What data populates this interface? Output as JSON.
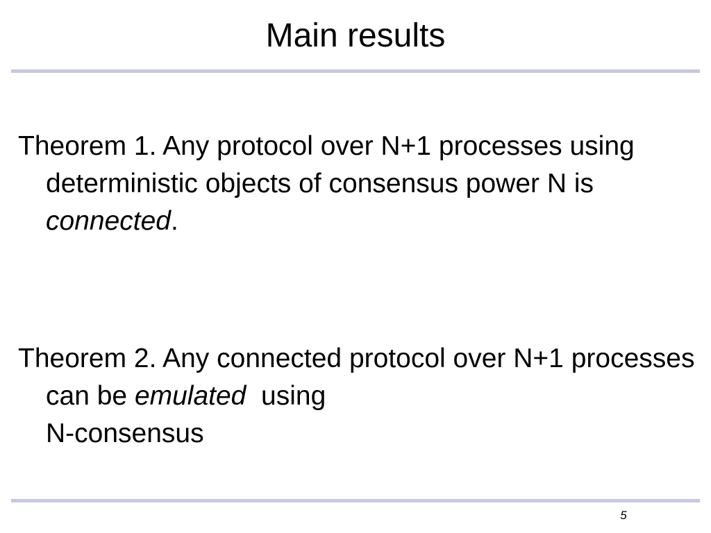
{
  "slide": {
    "title": "Main results",
    "page_number": "5"
  },
  "theorem1": {
    "lead": "Theorem 1. Any protocol over N+1 processes using deterministic objects of  consensus power N is ",
    "emphasis": "connected",
    "tail": "."
  },
  "theorem2": {
    "lead": "Theorem 2. Any connected protocol over N+1 processes can be ",
    "emphasis": "emulated",
    "middle": "  using",
    "last_line": "N-consensus"
  },
  "colors": {
    "rule": "#c8c8e0",
    "text": "#000000",
    "background": "#ffffff"
  }
}
